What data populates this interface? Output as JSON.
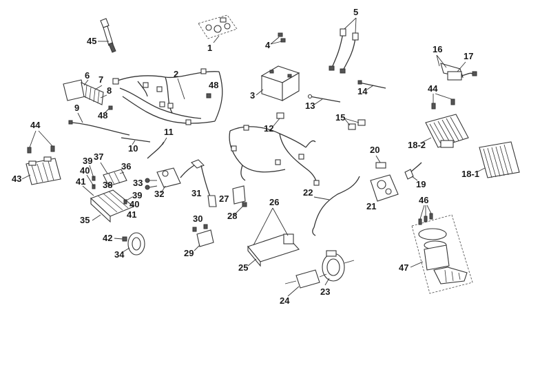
{
  "labels": {
    "p1": "1",
    "p2": "2",
    "p3": "3",
    "p4": "4",
    "p5": "5",
    "p6": "6",
    "p7": "7",
    "p8": "8",
    "p9": "9",
    "p10": "10",
    "p11": "11",
    "p12": "12",
    "p13": "13",
    "p14": "14",
    "p15": "15",
    "p16": "16",
    "p17": "17",
    "p18_1": "18-1",
    "p18_2": "18-2",
    "p19": "19",
    "p20": "20",
    "p21": "21",
    "p22": "22",
    "p23": "23",
    "p24": "24",
    "p25": "25",
    "p26": "26",
    "p27": "27",
    "p28": "28",
    "p29": "29",
    "p30": "30",
    "p31": "31",
    "p32": "32",
    "p33": "33",
    "p34": "34",
    "p35": "35",
    "p36": "36",
    "p37": "37",
    "p38": "38",
    "p39a": "39",
    "p39b": "39",
    "p40a": "40",
    "p40b": "40",
    "p41a": "41",
    "p41b": "41",
    "p42": "42",
    "p43": "43",
    "p44a": "44",
    "p44b": "44",
    "p45": "45",
    "p46": "46",
    "p47": "47",
    "p48a": "48",
    "p48b": "48"
  }
}
